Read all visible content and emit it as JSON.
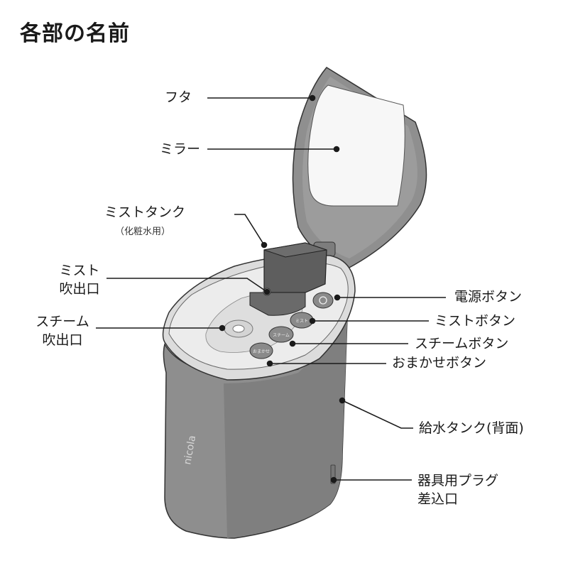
{
  "title": "各部の名前",
  "labels": {
    "lid": "フタ",
    "mirror": "ミラー",
    "mist_tank": "ミストタンク",
    "mist_tank_note": "（化粧水用）",
    "mist_outlet_1": "ミスト",
    "mist_outlet_2": "吹出口",
    "steam_outlet_1": "スチーム",
    "steam_outlet_2": "吹出口",
    "power_button": "電源ボタン",
    "mist_button": "ミストボタン",
    "steam_button": "スチームボタン",
    "omakase_button": "おまかせボタン",
    "water_tank": "給水タンク(背面)",
    "plug_1": "器具用プラグ",
    "plug_2": "差込口"
  },
  "product": {
    "logo": "nicola",
    "button_marks": {
      "mist": "ミスト",
      "steam": "スチーム",
      "omakase": "おまかせ"
    }
  },
  "colors": {
    "body": "#8e8e8e",
    "body_dark": "#6f6f6f",
    "top": "#e8e8e8",
    "mirror": "#f7f7f7",
    "line": "#1a1a1a"
  }
}
